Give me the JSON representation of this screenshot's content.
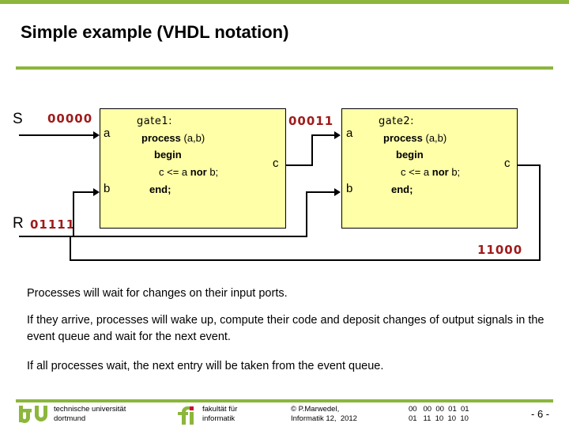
{
  "slide": {
    "title": "Simple example (VHDL notation)",
    "accent_color": "#8cb63c",
    "signal_color": "#9e1b1b",
    "box_fill": "#ffffa8"
  },
  "diagram": {
    "inputs": [
      {
        "name": "S",
        "value": "00000"
      },
      {
        "name": "R",
        "value": "01111"
      }
    ],
    "intermediate": {
      "value": "00011"
    },
    "output": {
      "value": "11000"
    },
    "gates": [
      {
        "id": "gate1",
        "label": "gate1:",
        "process": "process",
        "sensitivity": " (a,b)",
        "begin": "begin",
        "assign_pre": "c <= a ",
        "assign_op": "nor",
        "assign_post": " b;",
        "end": "end;",
        "port_a": "a",
        "port_b": "b",
        "port_c": "c"
      },
      {
        "id": "gate2",
        "label": "gate2:",
        "process": "process",
        "sensitivity": " (a,b)",
        "begin": "begin",
        "assign_pre": "c <= a ",
        "assign_op": "nor",
        "assign_post": " b;",
        "end": "end;",
        "port_a": "a",
        "port_b": "b",
        "port_c": "c"
      }
    ]
  },
  "body": {
    "paragraphs": [
      "Processes will wait for changes on their input ports.",
      "If they arrive, processes will wake up, compute their code and deposit changes of output signals in the event queue and wait for the next event.",
      "If all processes wait, the next entry will be taken from the event queue."
    ]
  },
  "footer": {
    "university_line1": "technische universität",
    "university_line2": "dortmund",
    "faculty_line1": "fakultät für",
    "faculty_line2": "informatik",
    "copyright_line1": "© P.Marwedel,",
    "copyright_line2": "Informatik 12,  2012",
    "binary_row1": "00   00  00  01  01",
    "binary_row2": "01   11  10  10  10",
    "page_number": "- 6 -"
  }
}
